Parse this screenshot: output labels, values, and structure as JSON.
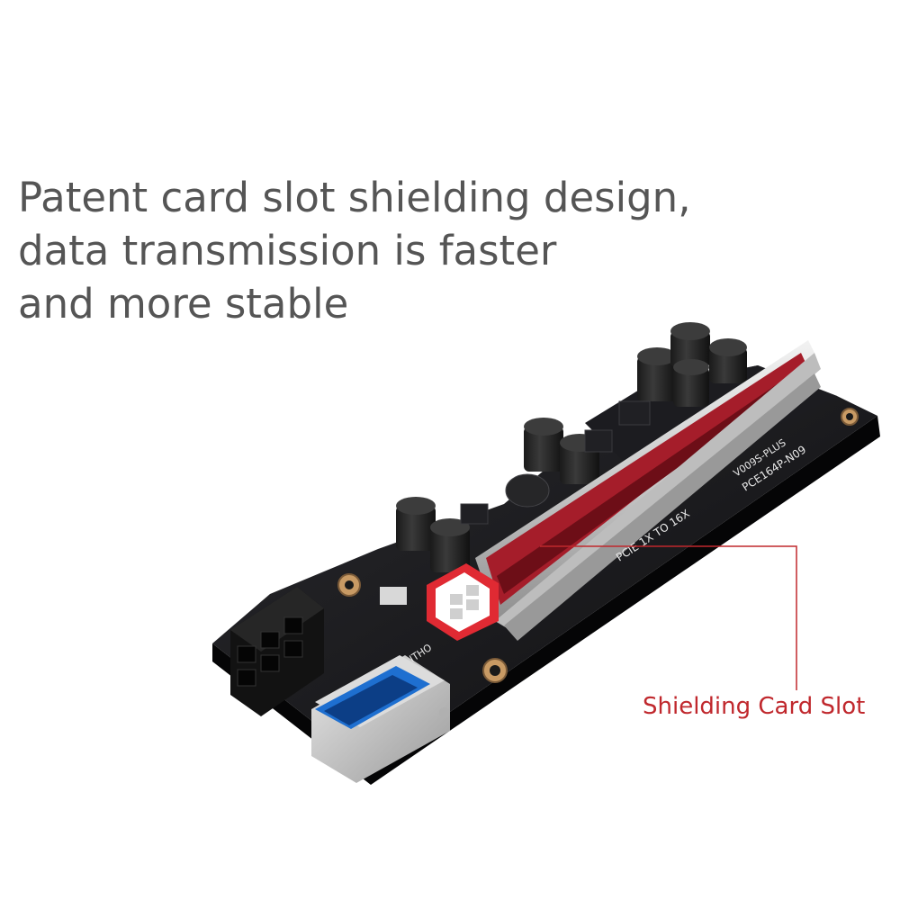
{
  "headline": {
    "lines": [
      "Patent card slot shielding design,",
      "data transmission is faster",
      "and more stable"
    ]
  },
  "callout": {
    "label": "Shielding Card Slot"
  },
  "board": {
    "silk_model": "PCE164P-N09",
    "silk_version": "V009S-PLUS",
    "silk_slot": "PCIE 1X TO 16X",
    "silk_ith": "ITHO"
  },
  "colors": {
    "headline_text": "#555555",
    "callout_text": "#c0282d",
    "callout_line": "#c0282d",
    "pcb": "#141416",
    "slot_red": "#a51d2a",
    "usb_blue": "#1e6fd0"
  }
}
